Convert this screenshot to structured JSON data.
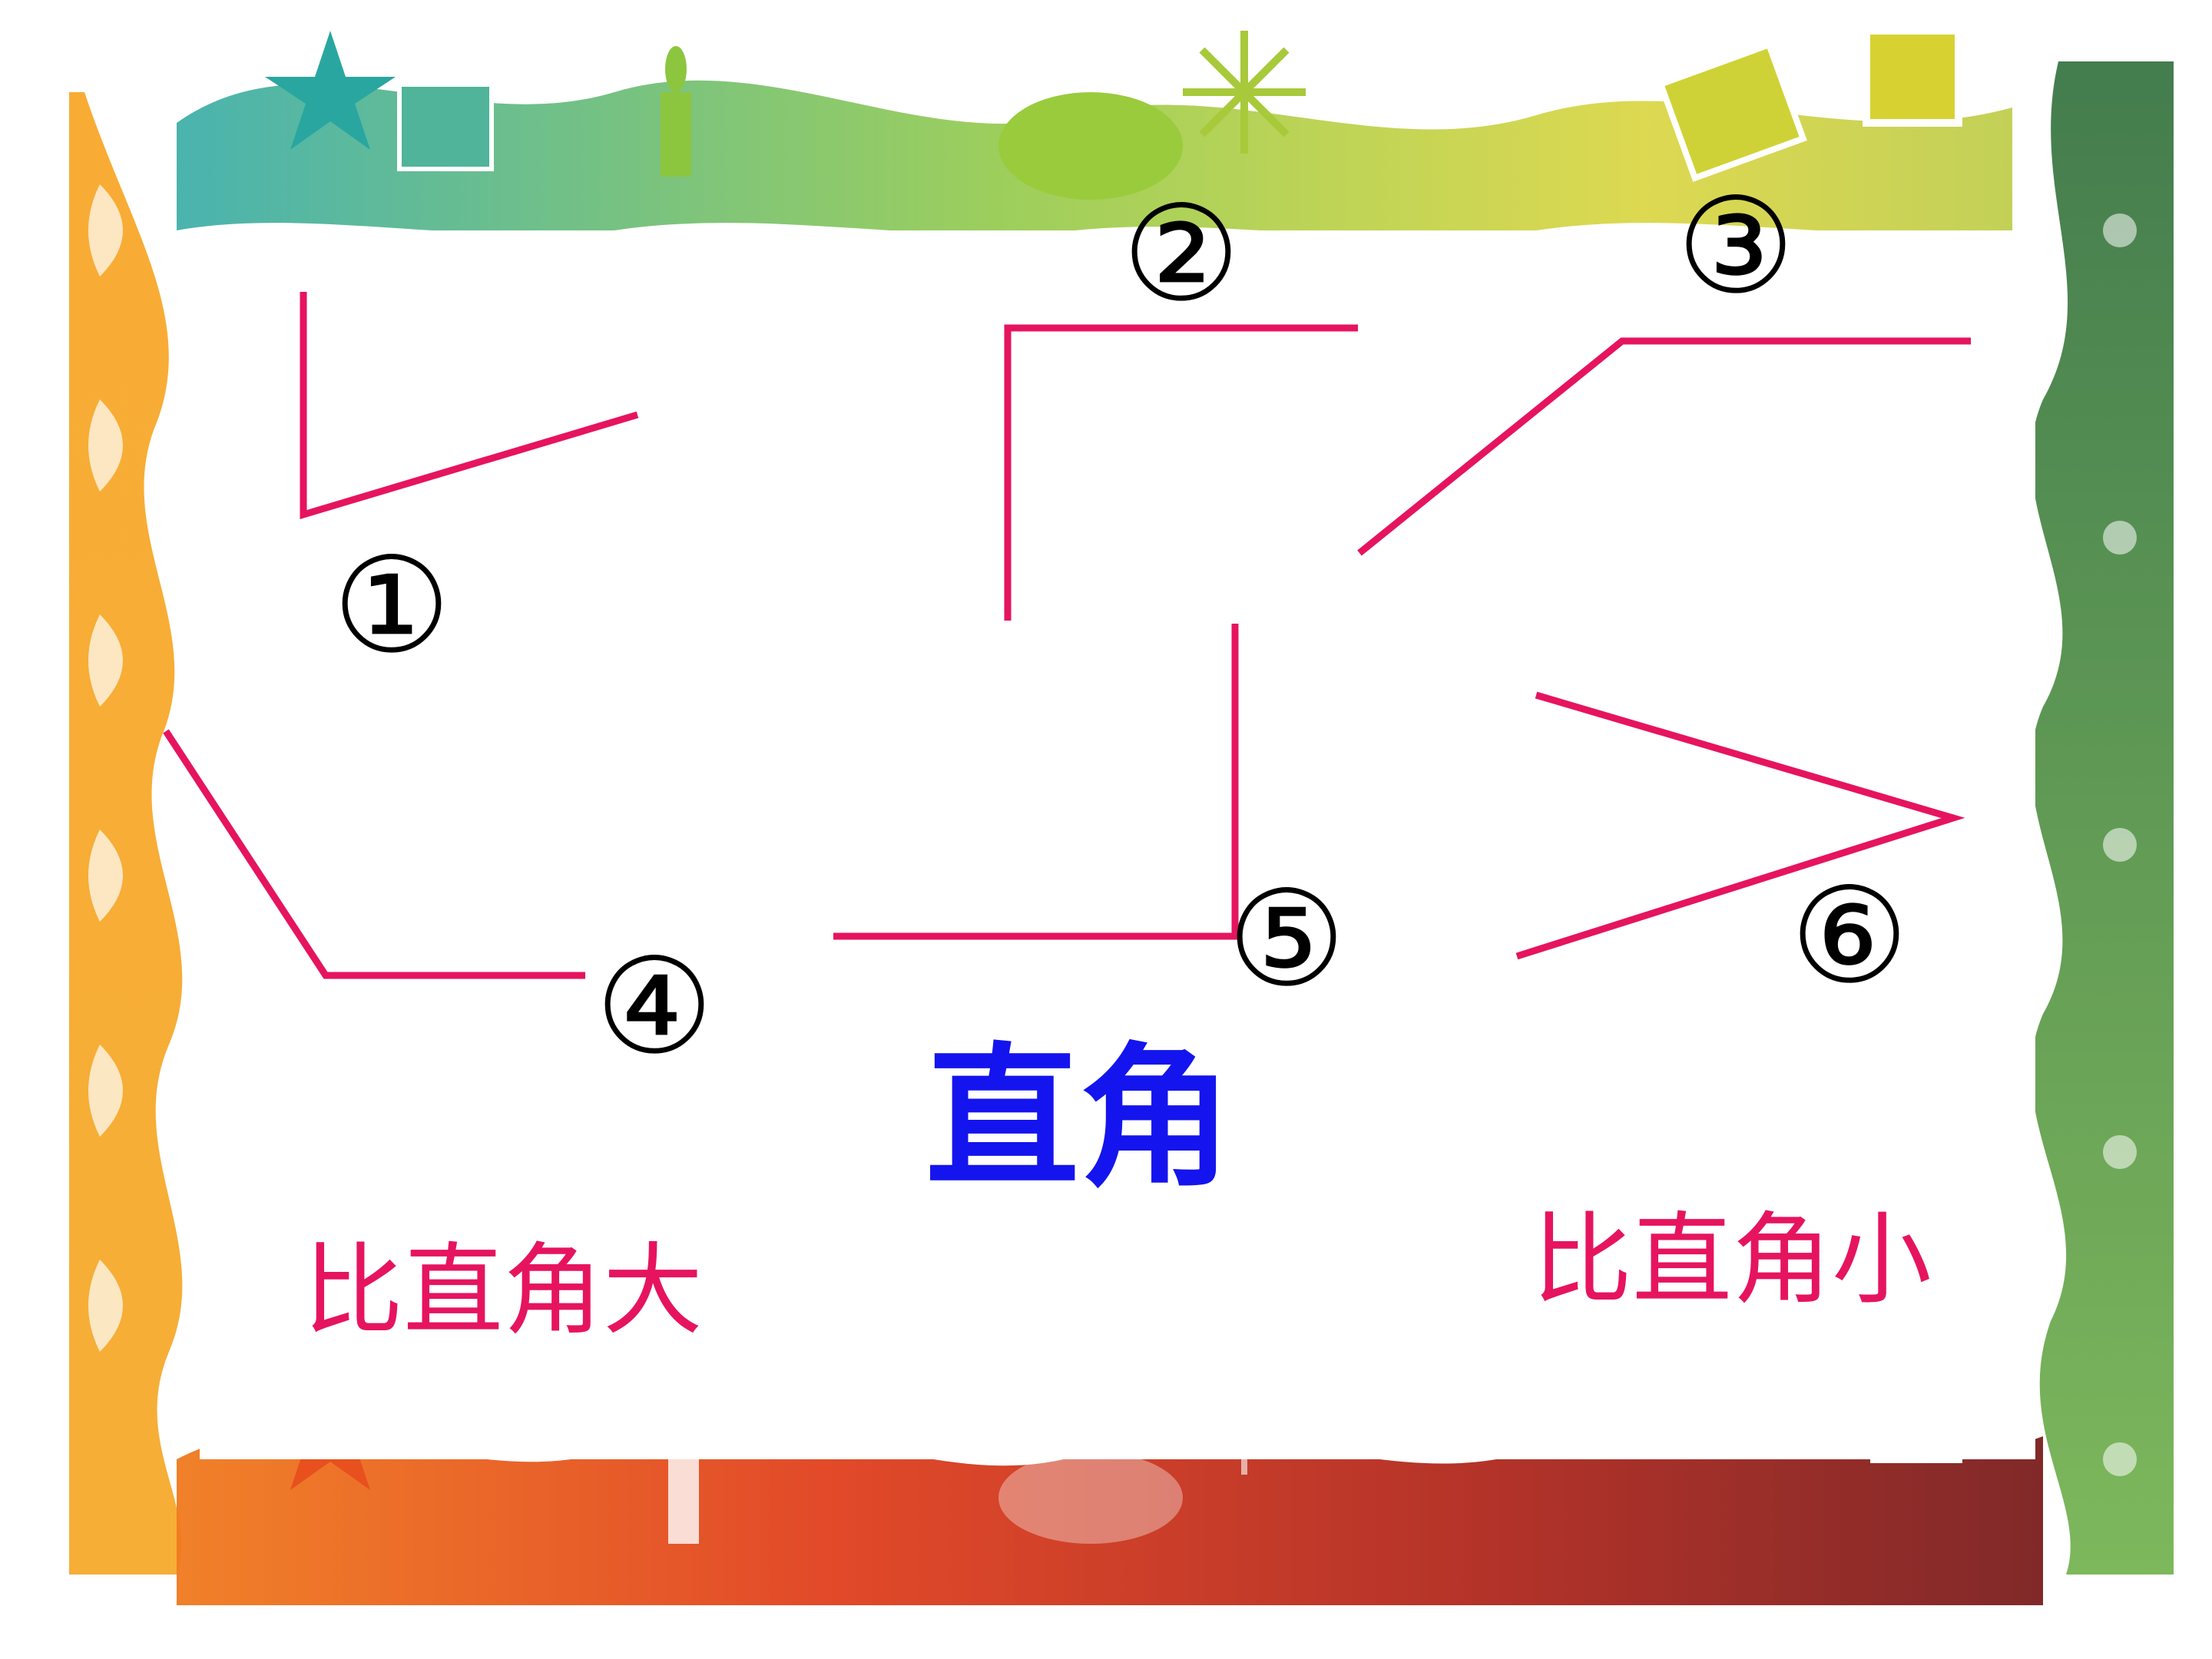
{
  "angles": [
    {
      "id": "1",
      "label": "①",
      "kind": "acute"
    },
    {
      "id": "2",
      "label": "②",
      "kind": "right"
    },
    {
      "id": "3",
      "label": "③",
      "kind": "obtuse"
    },
    {
      "id": "4",
      "label": "④",
      "kind": "obtuse"
    },
    {
      "id": "5",
      "label": "⑤",
      "kind": "right"
    },
    {
      "id": "6",
      "label": "⑥",
      "kind": "acute"
    }
  ],
  "captions": {
    "right_angle": "直角",
    "larger_than_right": "比直角大",
    "smaller_than_right": "比直角小"
  },
  "colors": {
    "line": "#e6145f",
    "right_angle_text": "#1414ee",
    "category_text": "#e6145f",
    "frame_top_left": "#2aa6a0",
    "frame_top_mid": "#8cc63f",
    "frame_top_right": "#d7d232",
    "frame_right": "#3c8a3c",
    "frame_left": "#f39a1e",
    "frame_bottom_left": "#e8501e",
    "frame_bottom_right": "#8c1e1e"
  }
}
